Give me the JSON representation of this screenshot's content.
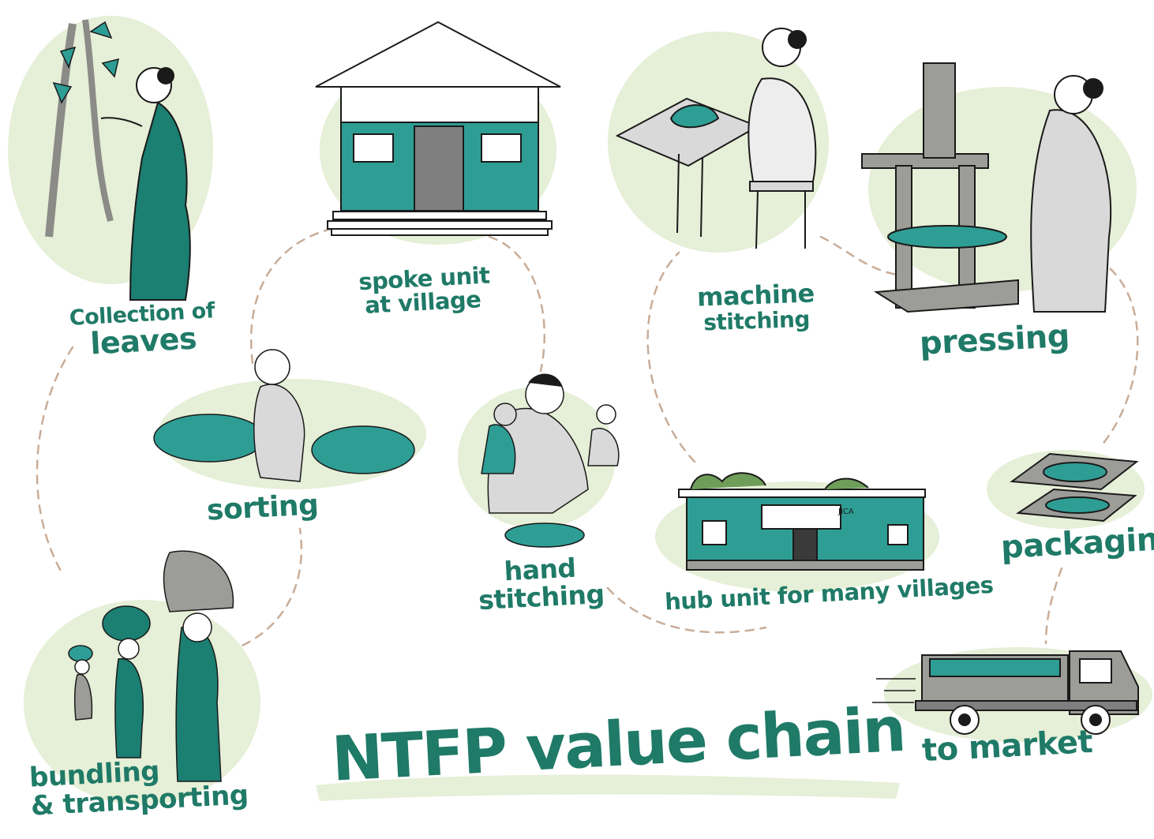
{
  "title": "NTFP value chain",
  "colors": {
    "accent": "#1f7a67",
    "teal": "#2e9e95",
    "teal_dark": "#1b6e63",
    "wash": "#e6efd7",
    "path": "#c9ad98",
    "grey": "#9c9c98"
  },
  "steps": {
    "collection": {
      "line1": "Collection of",
      "line2": "leaves",
      "icon": "woman-picking-leaves"
    },
    "spoke": {
      "line1": "spoke unit",
      "line2": "at village",
      "icon": "village-house"
    },
    "sorting": {
      "label": "sorting",
      "icon": "woman-sorting-leaves"
    },
    "hand": {
      "line1": "hand",
      "line2": "stitching",
      "icon": "women-hand-stitching"
    },
    "machine": {
      "line1": "machine",
      "line2": "stitching",
      "icon": "woman-at-sewing-machine"
    },
    "pressing": {
      "label": "pressing",
      "icon": "woman-at-press"
    },
    "hub": {
      "label": "hub unit for many villages",
      "icon": "hub-building",
      "sign": "JICA"
    },
    "packaging": {
      "label": "packaging",
      "icon": "plate-boxes"
    },
    "market": {
      "label": "to market",
      "icon": "delivery-truck"
    },
    "bundling": {
      "line1": "bundling",
      "line2": "& transporting",
      "icon": "women-carrying-bundles"
    }
  }
}
